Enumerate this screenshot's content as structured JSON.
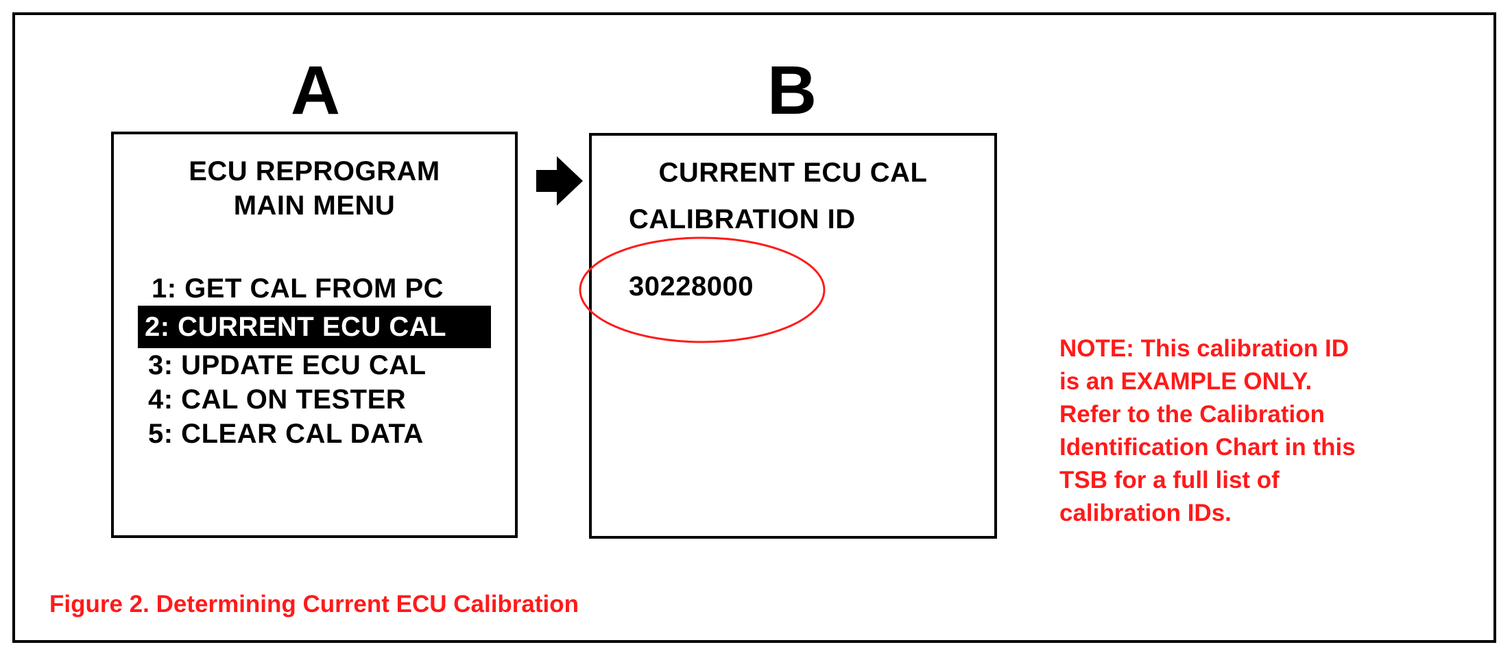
{
  "panels": {
    "a": {
      "letter": "A",
      "title_line1": "ECU REPROGRAM",
      "title_line2": "MAIN MENU",
      "menu": [
        {
          "label": "1: GET CAL FROM PC",
          "selected": false
        },
        {
          "label": "2: CURRENT ECU CAL",
          "selected": true
        },
        {
          "label": "3: UPDATE ECU CAL",
          "selected": false
        },
        {
          "label": "4: CAL ON TESTER",
          "selected": false
        },
        {
          "label": "5: CLEAR CAL DATA",
          "selected": false
        }
      ]
    },
    "b": {
      "letter": "B",
      "title": "CURRENT ECU CAL",
      "cal_label": "CALIBRATION ID",
      "cal_value": "30228000"
    }
  },
  "note": {
    "lines": [
      "NOTE: This calibration ID",
      "is an EXAMPLE ONLY.",
      "Refer to the Calibration",
      "Identification Chart in this",
      "TSB for a full list of",
      "calibration IDs."
    ]
  },
  "caption": "Figure 2. Determining Current ECU Calibration",
  "colors": {
    "annotation": "#ff1a1a",
    "screen_border": "#000000",
    "selection_bg": "#000000",
    "selection_fg": "#ffffff"
  },
  "icons": {
    "arrow": "right-arrow-icon",
    "highlight": "highlight-ellipse"
  }
}
